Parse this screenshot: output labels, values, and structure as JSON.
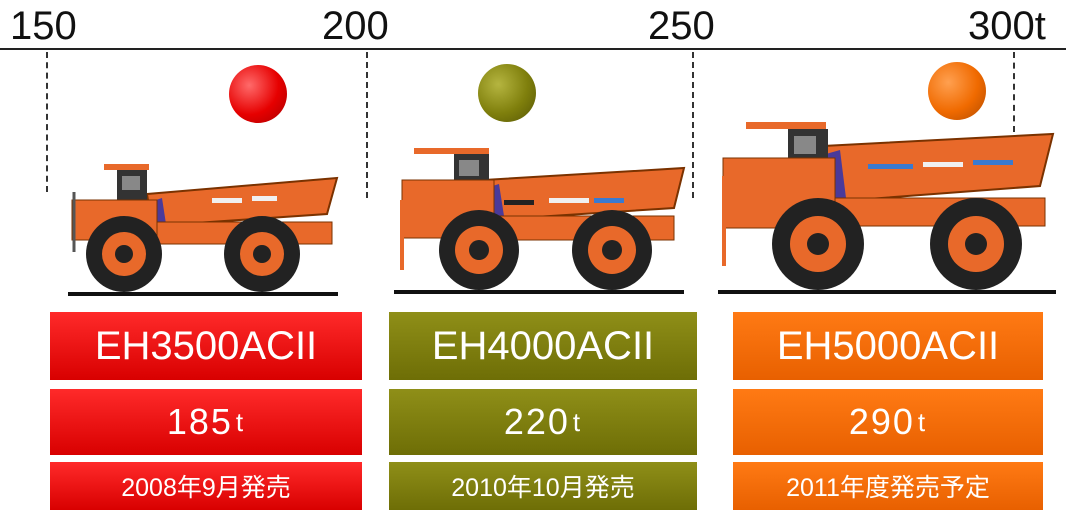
{
  "scale": {
    "labels": [
      "150",
      "200",
      "250",
      "300t"
    ]
  },
  "colors": {
    "red": "#e60000",
    "olive": "#7f7f0c",
    "orange": "#f06a00",
    "truck_body": "#e8692a",
    "truck_dark": "#222222"
  },
  "trucks": [
    {
      "model": "EH3500ACII",
      "weight_value": "185",
      "weight_unit": "t",
      "release": "2008年9月発売"
    },
    {
      "model": "EH4000ACII",
      "weight_value": "220",
      "weight_unit": "t",
      "release": "2010年10月発売"
    },
    {
      "model": "EH5000ACII",
      "weight_value": "290",
      "weight_unit": "t",
      "release": "2011年度発売予定"
    }
  ]
}
